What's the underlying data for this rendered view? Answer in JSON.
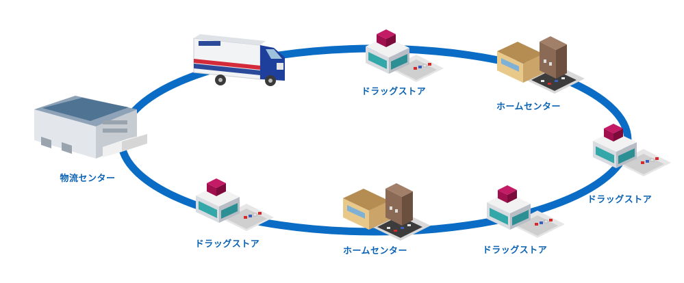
{
  "colors": {
    "ring": "#0a6cc4",
    "label": "#0a62b4"
  },
  "nodes": [
    {
      "id": "distribution-center",
      "label": "物流センター",
      "icon": "warehouse-icon"
    },
    {
      "id": "drugstore-top",
      "label": "ドラッグストア",
      "icon": "drugstore-icon"
    },
    {
      "id": "home-center-top",
      "label": "ホームセンター",
      "icon": "home-center-icon"
    },
    {
      "id": "drugstore-right",
      "label": "ドラッグストア",
      "icon": "drugstore-icon"
    },
    {
      "id": "drugstore-bottom-right",
      "label": "ドラッグストア",
      "icon": "drugstore-icon"
    },
    {
      "id": "home-center-bottom",
      "label": "ホームセンター",
      "icon": "home-center-icon"
    },
    {
      "id": "drugstore-bottom-left",
      "label": "ドラッグストア",
      "icon": "drugstore-icon"
    }
  ],
  "truck": {
    "icon": "delivery-truck-icon"
  }
}
